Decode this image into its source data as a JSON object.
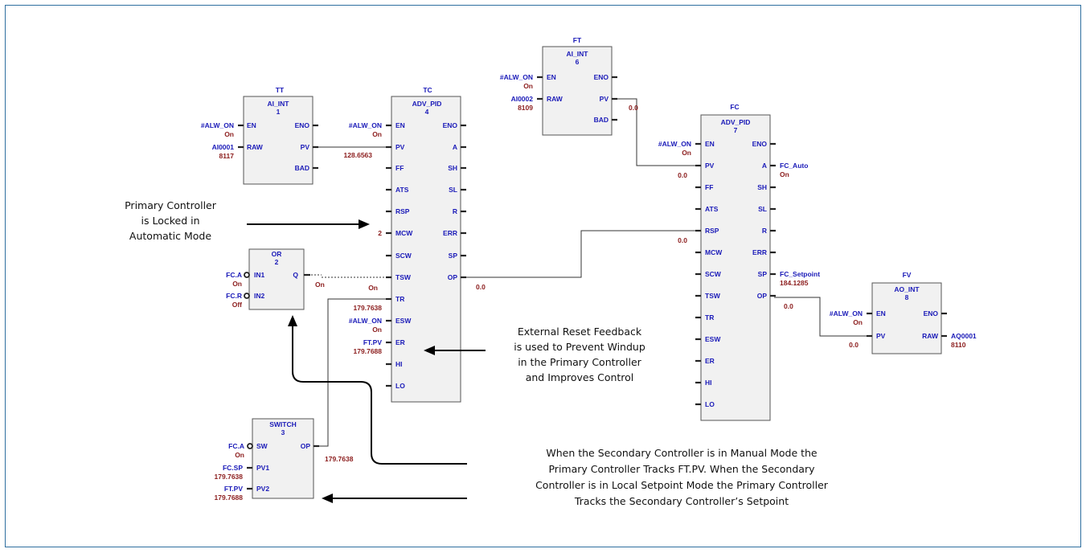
{
  "blocks": {
    "tt": {
      "tag": "TT",
      "type": "AI_INT",
      "num": "1",
      "pins": {
        "en": "EN",
        "eno": "ENO",
        "raw": "RAW",
        "pv": "PV",
        "bad": "BAD"
      },
      "in_en": "#ALW_ON",
      "in_en_val": "On",
      "in_raw": "AI0001",
      "in_raw_val": "8117"
    },
    "tc": {
      "tag": "TC",
      "type": "ADV_PID",
      "num": "4",
      "pins_left": [
        "EN",
        "PV",
        "FF",
        "ATS",
        "RSP",
        "MCW",
        "SCW",
        "TSW",
        "TR",
        "ESW",
        "ER",
        "HI",
        "LO"
      ],
      "pins_right": [
        "ENO",
        "A",
        "SH",
        "SL",
        "R",
        "ERR",
        "SP",
        "OP"
      ],
      "in_en": "#ALW_ON",
      "in_en_val": "On",
      "pv_val": "128.6563",
      "mcw_val": "2",
      "tsw_val": "On",
      "tr_val": "179.7638",
      "esw_in": "#ALW_ON",
      "esw_val": "On",
      "er_in": "FT.PV",
      "er_val": "179.7688",
      "op_val": "0.0"
    },
    "ft": {
      "tag": "FT",
      "type": "AI_INT",
      "num": "6",
      "pins": {
        "en": "EN",
        "eno": "ENO",
        "raw": "RAW",
        "pv": "PV",
        "bad": "BAD"
      },
      "in_en": "#ALW_ON",
      "in_en_val": "On",
      "in_raw": "AI0002",
      "in_raw_val": "8109",
      "pv_val": "0.0"
    },
    "fc": {
      "tag": "FC",
      "type": "ADV_PID",
      "num": "7",
      "pins_left": [
        "EN",
        "PV",
        "FF",
        "ATS",
        "RSP",
        "MCW",
        "SCW",
        "TSW",
        "TR",
        "ESW",
        "ER",
        "HI",
        "LO"
      ],
      "pins_right": [
        "ENO",
        "A",
        "SH",
        "SL",
        "R",
        "ERR",
        "SP",
        "OP"
      ],
      "in_en": "#ALW_ON",
      "in_en_val": "On",
      "pv_val": "0.0",
      "rsp_val": "0.0",
      "a_out": "FC_Auto",
      "a_val": "On",
      "sp_out": "FC_Setpoint",
      "sp_val": "184.1285",
      "op_val": "0.0"
    },
    "fv": {
      "tag": "FV",
      "type": "AO_INT",
      "num": "8",
      "pins": {
        "en": "EN",
        "eno": "ENO",
        "pv": "PV",
        "raw": "RAW"
      },
      "in_en": "#ALW_ON",
      "in_en_val": "On",
      "pv_val": "0.0",
      "out_raw": "AQ0001",
      "out_raw_val": "8110"
    },
    "or": {
      "type": "OR",
      "num": "2",
      "pins": {
        "in1": "IN1",
        "in2": "IN2",
        "q": "Q"
      },
      "in1": "FC.A",
      "in1_val": "On",
      "in2": "FC.R",
      "in2_val": "Off",
      "q_val": "On"
    },
    "sw": {
      "type": "SWITCH",
      "num": "3",
      "pins": {
        "sw": "SW",
        "pv1": "PV1",
        "pv2": "PV2",
        "op": "OP"
      },
      "in_sw": "FC.A",
      "in_sw_val": "On",
      "in_pv1": "FC.SP",
      "in_pv1_val": "179.7638",
      "in_pv2": "FT.PV",
      "in_pv2_val": "179.7688",
      "op_val": "179.7638"
    }
  },
  "annotations": {
    "primary_locked": [
      "Primary Controller",
      "is Locked in",
      "Automatic Mode"
    ],
    "external_reset": [
      "External Reset Feedback",
      "is used to Prevent Windup",
      "in the Primary Controller",
      "and Improves Control"
    ],
    "secondary_manual": [
      "When the Secondary Controller is in Manual Mode the",
      "Primary Controller Tracks FT.PV. When the Secondary",
      "Controller is in Local Setpoint Mode the Primary Controller",
      "Tracks the Secondary Controller’s Setpoint"
    ]
  },
  "colors": {
    "pin_text": "#1a1ab8",
    "value_text": "#8b1c1c",
    "frame": "#2f6f9f",
    "block_fill": "#f1f1f1"
  }
}
